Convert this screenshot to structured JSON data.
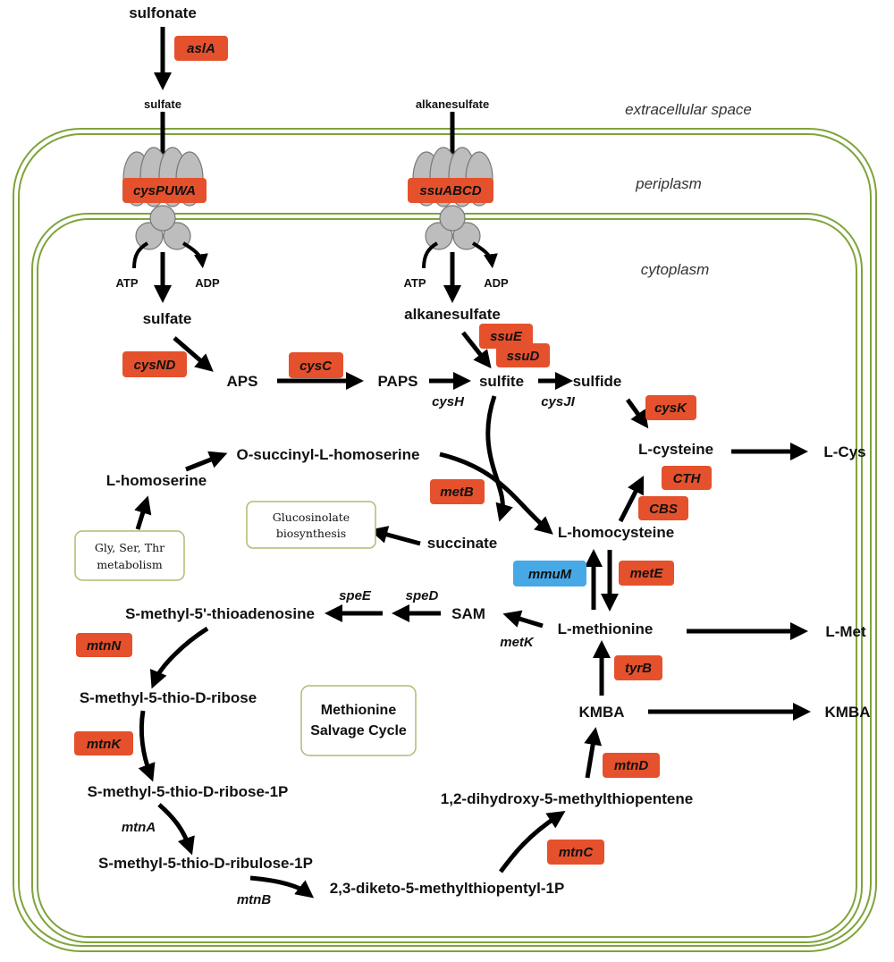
{
  "compartments": {
    "extracellular": "extracellular space",
    "periplasm": "periplasm",
    "cytoplasm": "cytoplasm"
  },
  "metabolites": {
    "sulfonate": "sulfonate",
    "sulfate_out": "sulfate",
    "alkanesulfate_out": "alkanesulfate",
    "sulfate_in": "sulfate",
    "alkanesulfate_in": "alkanesulfate",
    "aps": "APS",
    "paps": "PAPS",
    "sulfite": "sulfite",
    "sulfide": "sulfide",
    "l_cysteine": "L-cysteine",
    "l_cys": "L-Cys",
    "o_succinyl": "O-succinyl-L-homoserine",
    "l_homoserine": "L-homoserine",
    "succinate": "succinate",
    "l_homocysteine": "L-homocysteine",
    "l_methionine": "L-methionine",
    "l_met": "L-Met",
    "sam": "SAM",
    "mta": "S-methyl-5'-thioadenosine",
    "mtr": "S-methyl-5-thio-D-ribose",
    "mtr1p": "S-methyl-5-thio-D-ribose-1P",
    "mtru1p": "S-methyl-5-thio-D-ribulose-1P",
    "dk_mtp1p": "2,3-diketo-5-methylthiopentyl-1P",
    "dhk_mtp": "1,2-dihydroxy-5-methylthiopentene",
    "kmba": "KMBA",
    "kmba_out": "KMBA"
  },
  "cofactors": {
    "atp_left": "ATP",
    "adp_left": "ADP",
    "atp_right": "ATP",
    "adp_right": "ADP"
  },
  "enzymes_boxed": {
    "aslA": "aslA",
    "cysPUWA": "cysPUWA",
    "ssuABCD": "ssuABCD",
    "cysND": "cysND",
    "cysC": "cysC",
    "ssuE": "ssuE",
    "ssuD": "ssuD",
    "cysK": "cysK",
    "CTH": "CTH",
    "CBS": "CBS",
    "metB": "metB",
    "metE": "metE",
    "mmuM": "mmuM",
    "mtnN": "mtnN",
    "tyrB": "tyrB",
    "mtnK": "mtnK",
    "mtnD": "mtnD",
    "mtnC": "mtnC"
  },
  "enzymes_plain": {
    "cysH": "cysH",
    "cysJI": "cysJI",
    "speE": "speE",
    "speD": "speD",
    "metK": "metK",
    "mtnA": "mtnA",
    "mtnB": "mtnB"
  },
  "boxes": {
    "glucosinolate_1": "Glucosinolate",
    "glucosinolate_2": "biosynthesis",
    "gly_1": "Gly, Ser, Thr",
    "gly_2": "metabolism",
    "cycle_1": "Methionine",
    "cycle_2": "Salvage Cycle"
  },
  "colors": {
    "enzyme_box": "#E4512C",
    "enzyme_box_highlight": "#47A8E6",
    "membrane": "#7EA43A",
    "transporter": "#BDBDBD",
    "note_box_border": "#A9BE72"
  }
}
